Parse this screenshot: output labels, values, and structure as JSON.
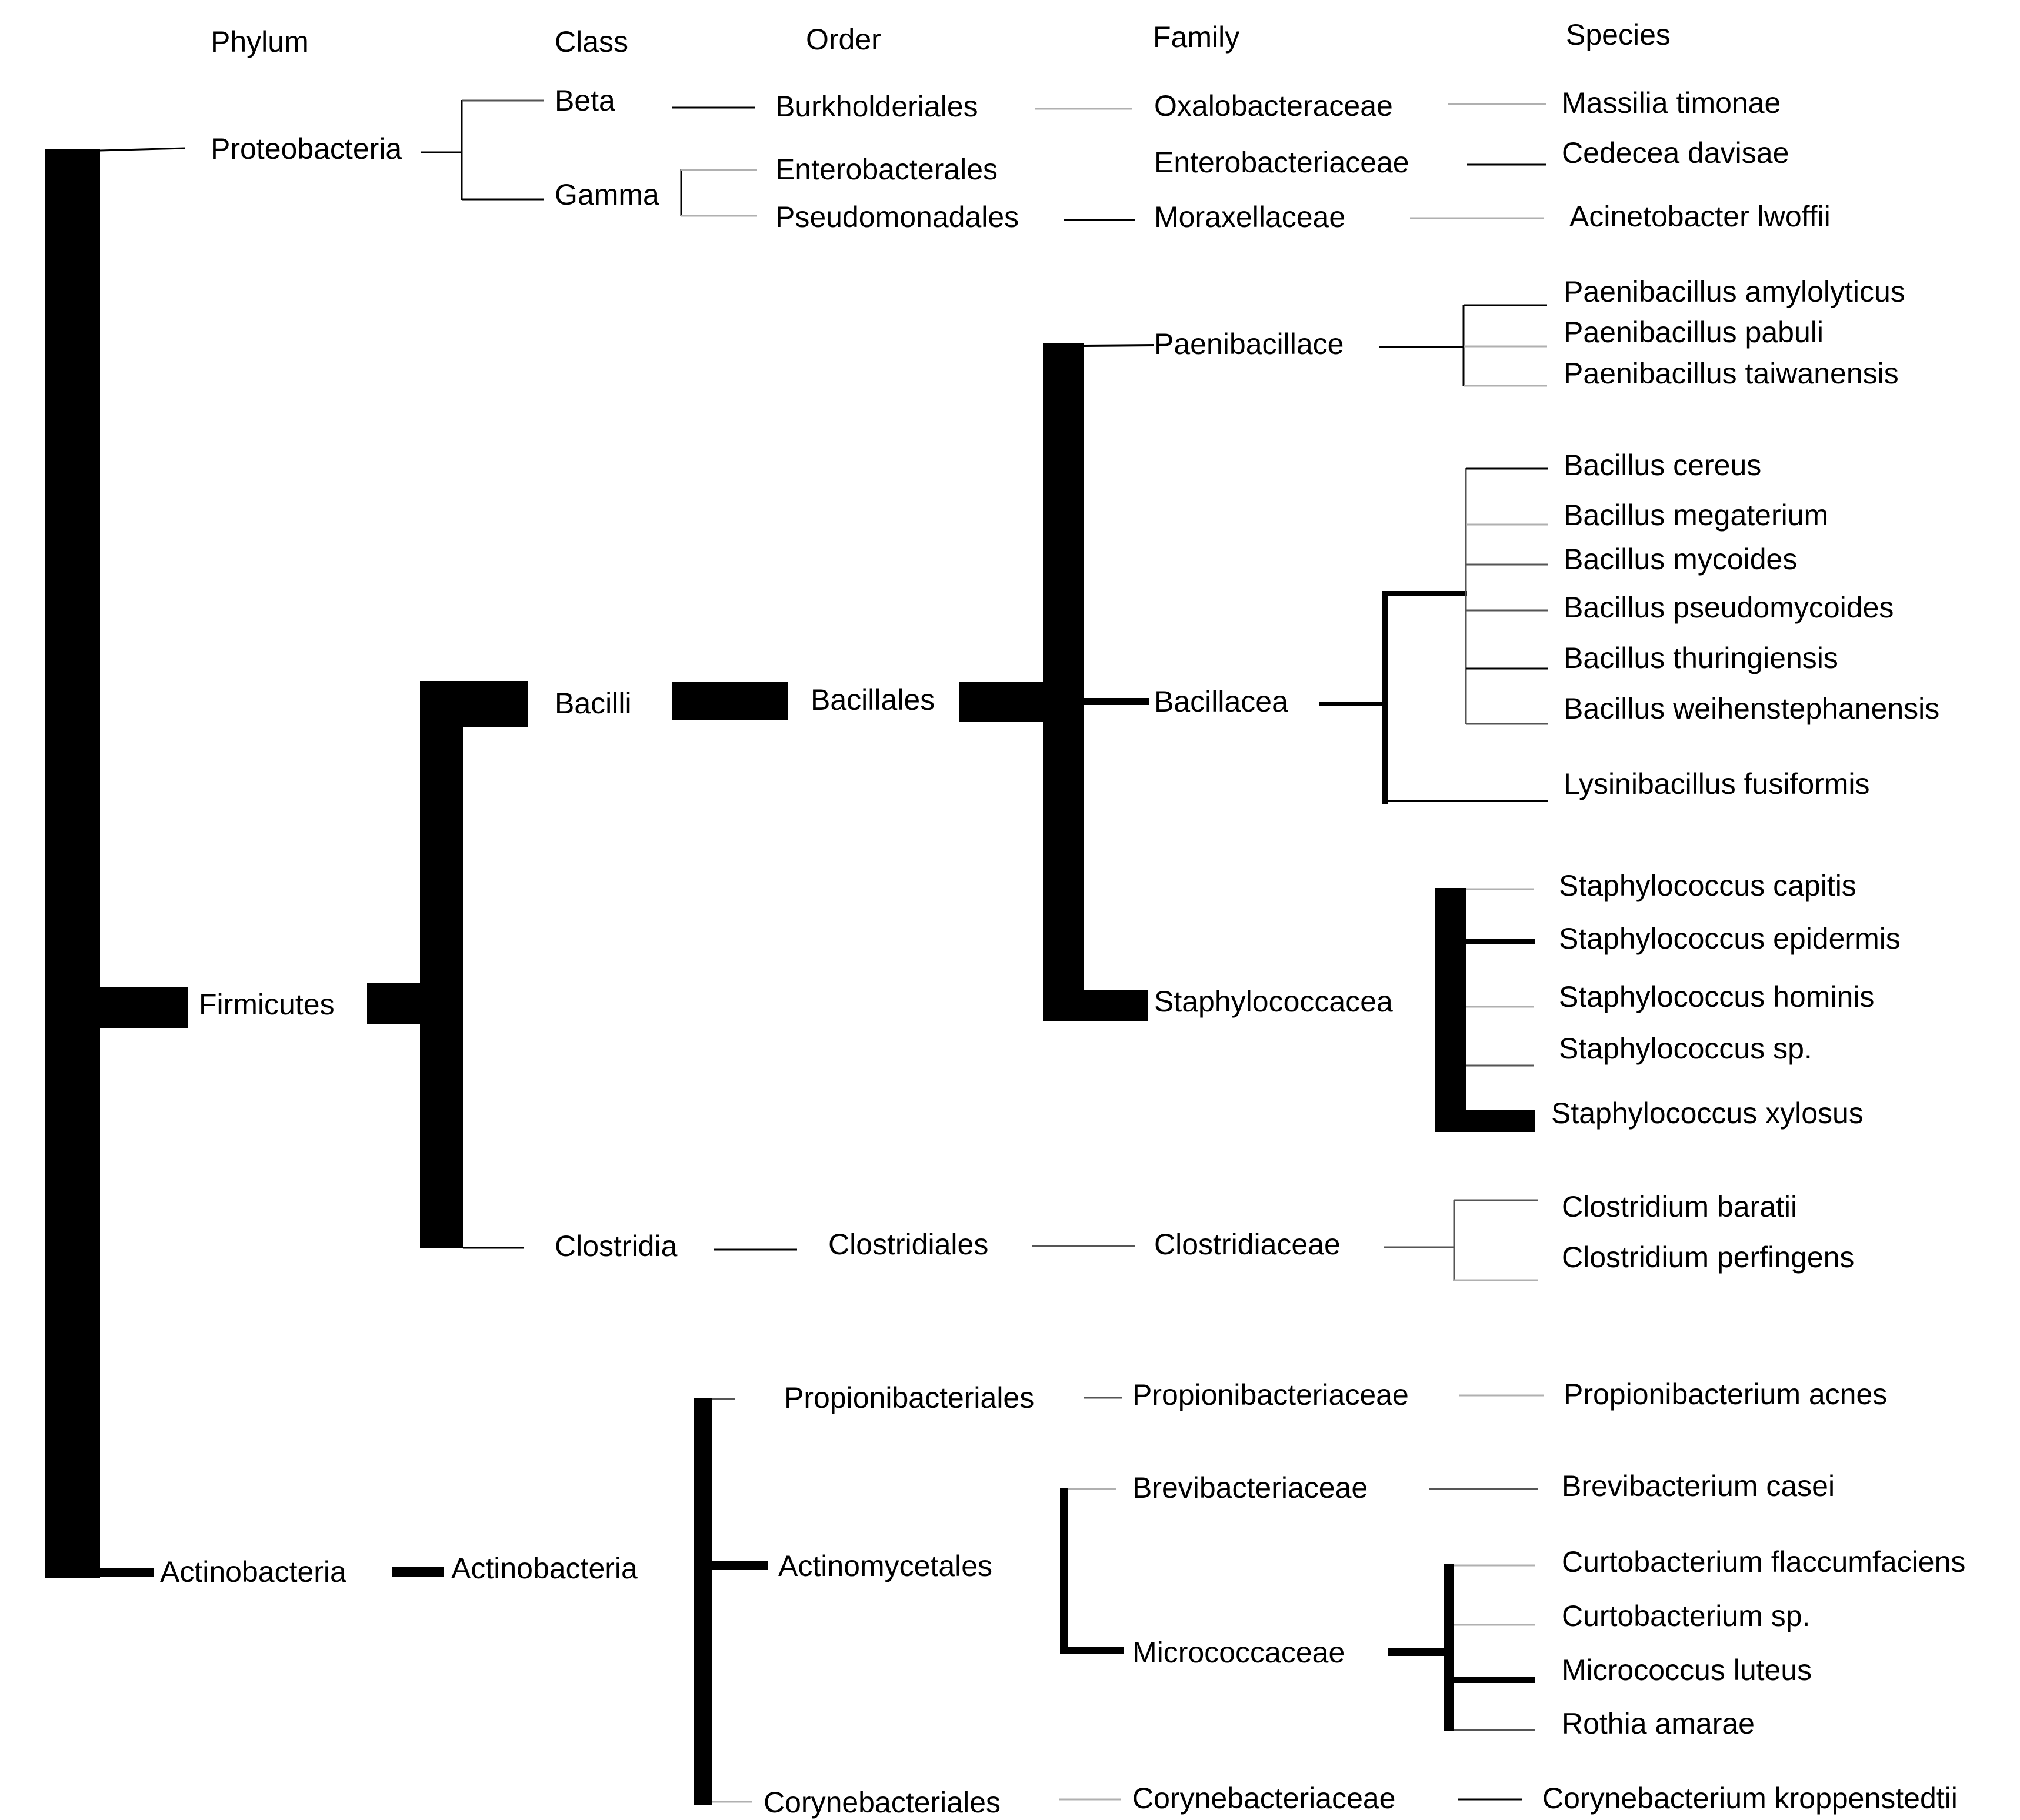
{
  "headers": {
    "phylum": "Phylum",
    "class": "Class",
    "order": "Order",
    "family": "Family",
    "species": "Species"
  },
  "phyla": {
    "proteobacteria": "Proteobacteria",
    "firmicutes": "Firmicutes",
    "actinobacteria": "Actinobacteria"
  },
  "classes": {
    "beta": "Beta",
    "gamma": "Gamma",
    "bacilli": "Bacilli",
    "clostridia": "Clostridia",
    "actinobacteria": "Actinobacteria"
  },
  "orders": {
    "burkholderiales": "Burkholderiales",
    "enterobacterales": "Enterobacterales",
    "pseudomonadales": "Pseudomonadales",
    "bacillales": "Bacillales",
    "clostridiales": "Clostridiales",
    "propionibacteriales": "Propionibacteriales",
    "actinomycetales": "Actinomycetales",
    "corynebacteriales": "Corynebacteriales"
  },
  "families": {
    "oxalobacteraceae": "Oxalobacteraceae",
    "enterobacteriaceae": "Enterobacteriaceae",
    "moraxellaceae": "Moraxellaceae",
    "paenibacillace": "Paenibacillace",
    "bacillacea": "Bacillacea",
    "staphylococcacea": "Staphylococcacea",
    "clostridiaceae": "Clostridiaceae",
    "propionibacteriaceae": "Propionibacteriaceae",
    "brevibacteriaceae": "Brevibacteriaceae",
    "micrococcaceae": "Micrococcaceae",
    "corynebacteriaceae": "Corynebacteriaceae"
  },
  "species": {
    "massilia_timonae": "Massilia timonae",
    "cedecea_davisae": "Cedecea davisae",
    "acinetobacter_lwoffii": "Acinetobacter lwoffii",
    "paenibacillus_amylolyticus": "Paenibacillus amylolyticus",
    "paenibacillus_pabuli": "Paenibacillus pabuli",
    "paenibacillus_taiwanensis": "Paenibacillus taiwanensis",
    "bacillus_cereus": "Bacillus cereus",
    "bacillus_megaterium": "Bacillus megaterium",
    "bacillus_mycoides": "Bacillus mycoides",
    "bacillus_pseudomycoides": "Bacillus pseudomycoides",
    "bacillus_thuringiensis": "Bacillus thuringiensis",
    "bacillus_weihenstephanensis": "Bacillus weihenstephanensis",
    "lysinibacillus_fusiformis": "Lysinibacillus fusiformis",
    "staphylococcus_capitis": "Staphylococcus capitis",
    "staphylococcus_epidermis": "Staphylococcus epidermis",
    "staphylococcus_hominis": "Staphylococcus hominis",
    "staphylococcus_sp": "Staphylococcus sp.",
    "staphylococcus_xylosus": "Staphylococcus xylosus",
    "clostridium_baratii": "Clostridium baratii",
    "clostridium_perfingens": "Clostridium perfingens",
    "propionibacterium_acnes": "Propionibacterium acnes",
    "brevibacterium_casei": "Brevibacterium casei",
    "curtobacterium_flaccumfaciens": "Curtobacterium flaccumfaciens",
    "curtobacterium_sp": "Curtobacterium sp.",
    "micrococcus_luteus": "Micrococcus luteus",
    "rothia_amarae": "Rothia amarae",
    "corynebacterium_kroppenstedtii": "Corynebacterium kroppenstedtii"
  },
  "colors": {
    "line": "#000000",
    "thin_line": "#555555",
    "faint_line": "#b0b0b0",
    "text": "#000000",
    "background": "#ffffff"
  }
}
